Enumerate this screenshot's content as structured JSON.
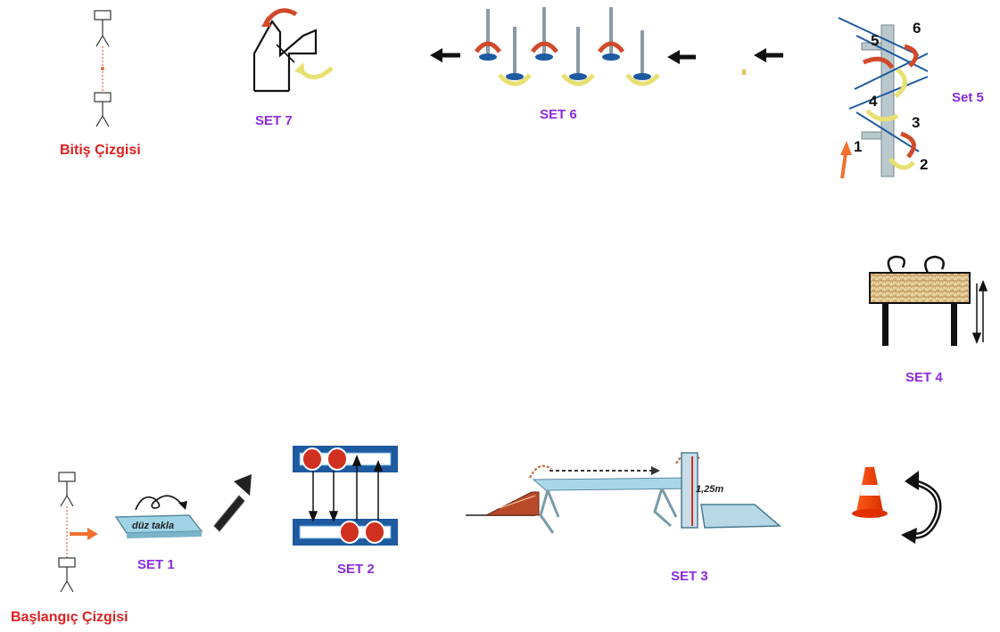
{
  "labels": {
    "finish_line": "Bitiş Çizgisi",
    "start_line": "Başlangıç Çizgisi",
    "set1": "SET 1",
    "set2": "SET 2",
    "set3": "SET 3",
    "set4": "SET 4",
    "set5": "Set 5",
    "set6": "SET 6",
    "set7": "SET 7"
  },
  "set1_mat_text": "düz takla",
  "set3_height_text": "1,25m",
  "set5_numbers": [
    "1",
    "2",
    "3",
    "4",
    "5",
    "6"
  ],
  "colors": {
    "label_purple": "#8a2be2",
    "label_red": "#e02020",
    "arrow_orange": "#f07030",
    "arrow_red": "#d04a2a",
    "arrow_yellow": "#e8e070",
    "mat_blue": "#9fd4e6",
    "pin_blue": "#1e5aa0",
    "cone_orange": "#f04010"
  }
}
